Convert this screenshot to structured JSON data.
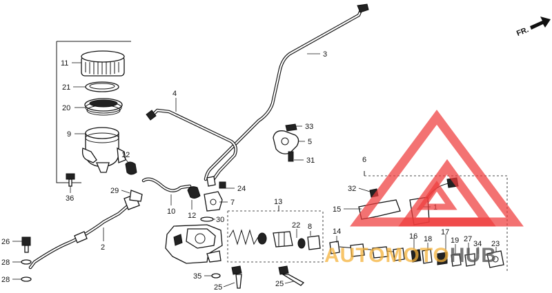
{
  "diagram": {
    "direction_label": "FR.",
    "callouts": [
      "1",
      "2",
      "3",
      "4",
      "5",
      "6",
      "7",
      "8",
      "9",
      "10",
      "11",
      "12",
      "12",
      "13",
      "14",
      "15",
      "16",
      "17",
      "18",
      "19",
      "20",
      "21",
      "22",
      "23",
      "24",
      "25",
      "25",
      "26",
      "27",
      "28",
      "28",
      "29",
      "30",
      "31",
      "32",
      "33",
      "34",
      "35",
      "36"
    ]
  },
  "watermark": {
    "brand_part1": "AUTO",
    "brand_part2": "MOTO",
    "brand_part3": "HUB",
    "color_primary": "#ef3b3b",
    "color_secondary": "#f5b23a",
    "color_tertiary": "#555555"
  }
}
